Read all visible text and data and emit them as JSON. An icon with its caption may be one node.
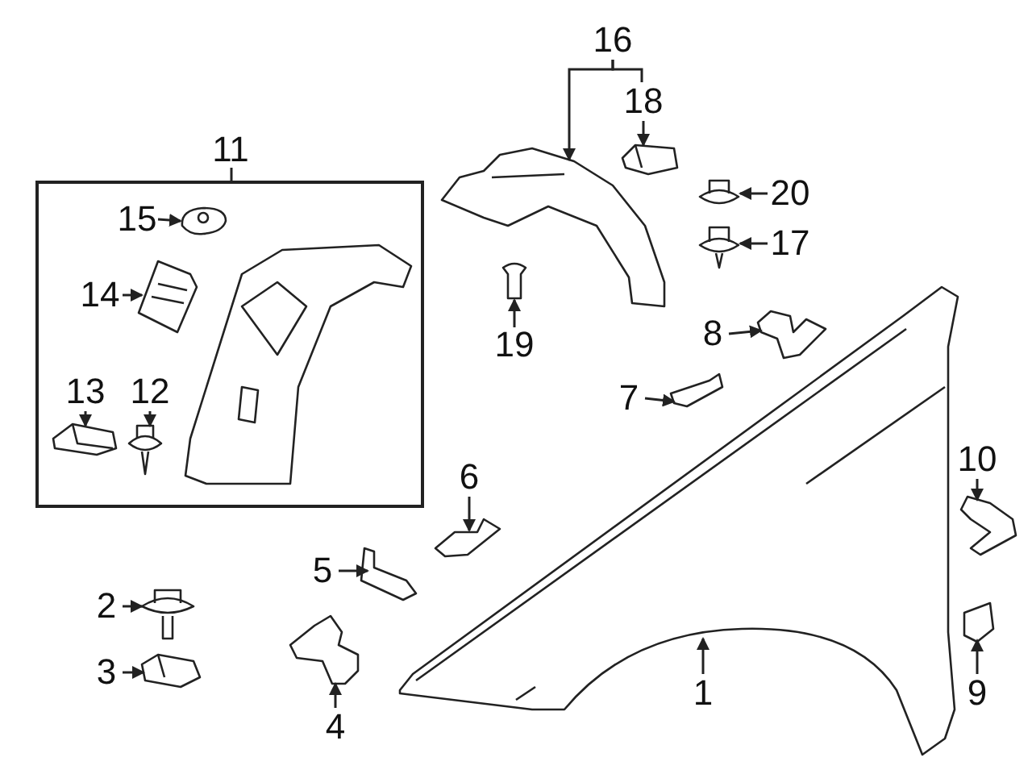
{
  "diagram": {
    "nodes": [
      {
        "text": [
          "11"
        ]
      },
      {
        "text": [
          "15"
        ],
        "in": 0
      },
      {
        "text": [],
        "shape": "picture",
        "in": 0
      },
      {
        "text": [
          "14"
        ],
        "in": 0
      },
      {
        "text": [],
        "shape": "picture",
        "in": 0
      },
      {
        "text": [
          "13"
        ],
        "in": 0
      },
      {
        "text": [],
        "shape": "picture",
        "in": 0
      },
      {
        "text": [
          "12"
        ],
        "in": 0
      },
      {
        "text": [],
        "shape": "picture",
        "in": 0
      },
      {
        "text": [],
        "shape": "picture",
        "in": 0
      },
      {
        "text": [
          "16"
        ]
      },
      {
        "text": [],
        "shape": "picture"
      },
      {
        "text": [
          "18"
        ]
      },
      {
        "text": [],
        "shape": "picture"
      },
      {
        "text": [
          "20"
        ]
      },
      {
        "text": [],
        "shape": "picture"
      },
      {
        "text": [
          "17"
        ]
      },
      {
        "text": [],
        "shape": "picture"
      },
      {
        "text": [
          "19"
        ]
      },
      {
        "text": [],
        "shape": "picture"
      },
      {
        "text": [
          "8"
        ]
      },
      {
        "text": [],
        "shape": "picture"
      },
      {
        "text": [
          "7"
        ]
      },
      {
        "text": [],
        "shape": "picture"
      },
      {
        "text": [
          "6"
        ]
      },
      {
        "text": [],
        "shape": "picture"
      },
      {
        "text": [
          "5"
        ]
      },
      {
        "text": [],
        "shape": "picture"
      },
      {
        "text": [
          "2"
        ]
      },
      {
        "text": [],
        "shape": "picture"
      },
      {
        "text": [
          "3"
        ]
      },
      {
        "text": [],
        "shape": "picture"
      },
      {
        "text": [
          "4"
        ]
      },
      {
        "text": [],
        "shape": "picture"
      },
      {
        "text": [
          "1"
        ]
      },
      {
        "text": [],
        "shape": "picture"
      },
      {
        "text": [
          "10"
        ]
      },
      {
        "text": [],
        "shape": "picture"
      },
      {
        "text": [
          "9"
        ]
      },
      {
        "text": [],
        "shape": "picture"
      }
    ],
    "edges": [
      {
        "from": 1,
        "to": 2,
        "arrow": "to"
      },
      {
        "from": 3,
        "to": 4,
        "arrow": "to"
      },
      {
        "from": 5,
        "to": 6,
        "arrow": "to"
      },
      {
        "from": 7,
        "to": 8,
        "arrow": "to"
      },
      {
        "from": 10,
        "to": 11,
        "arrow": "to"
      },
      {
        "from": 10,
        "to": 12,
        "arrow": "none"
      },
      {
        "from": 12,
        "to": 13,
        "arrow": "to"
      },
      {
        "from": 14,
        "to": 15,
        "arrow": "to"
      },
      {
        "from": 16,
        "to": 17,
        "arrow": "to"
      },
      {
        "from": 18,
        "to": 19,
        "arrow": "to"
      },
      {
        "from": 20,
        "to": 21,
        "arrow": "to"
      },
      {
        "from": 22,
        "to": 23,
        "arrow": "to"
      },
      {
        "from": 24,
        "to": 25,
        "arrow": "to"
      },
      {
        "from": 26,
        "to": 27,
        "arrow": "to"
      },
      {
        "from": 28,
        "to": 29,
        "arrow": "to"
      },
      {
        "from": 30,
        "to": 31,
        "arrow": "to"
      },
      {
        "from": 32,
        "to": 33,
        "arrow": "to"
      },
      {
        "from": 34,
        "to": 35,
        "arrow": "to"
      },
      {
        "from": 36,
        "to": 37,
        "arrow": "to"
      },
      {
        "from": 38,
        "to": 39,
        "arrow": "to"
      }
    ]
  }
}
